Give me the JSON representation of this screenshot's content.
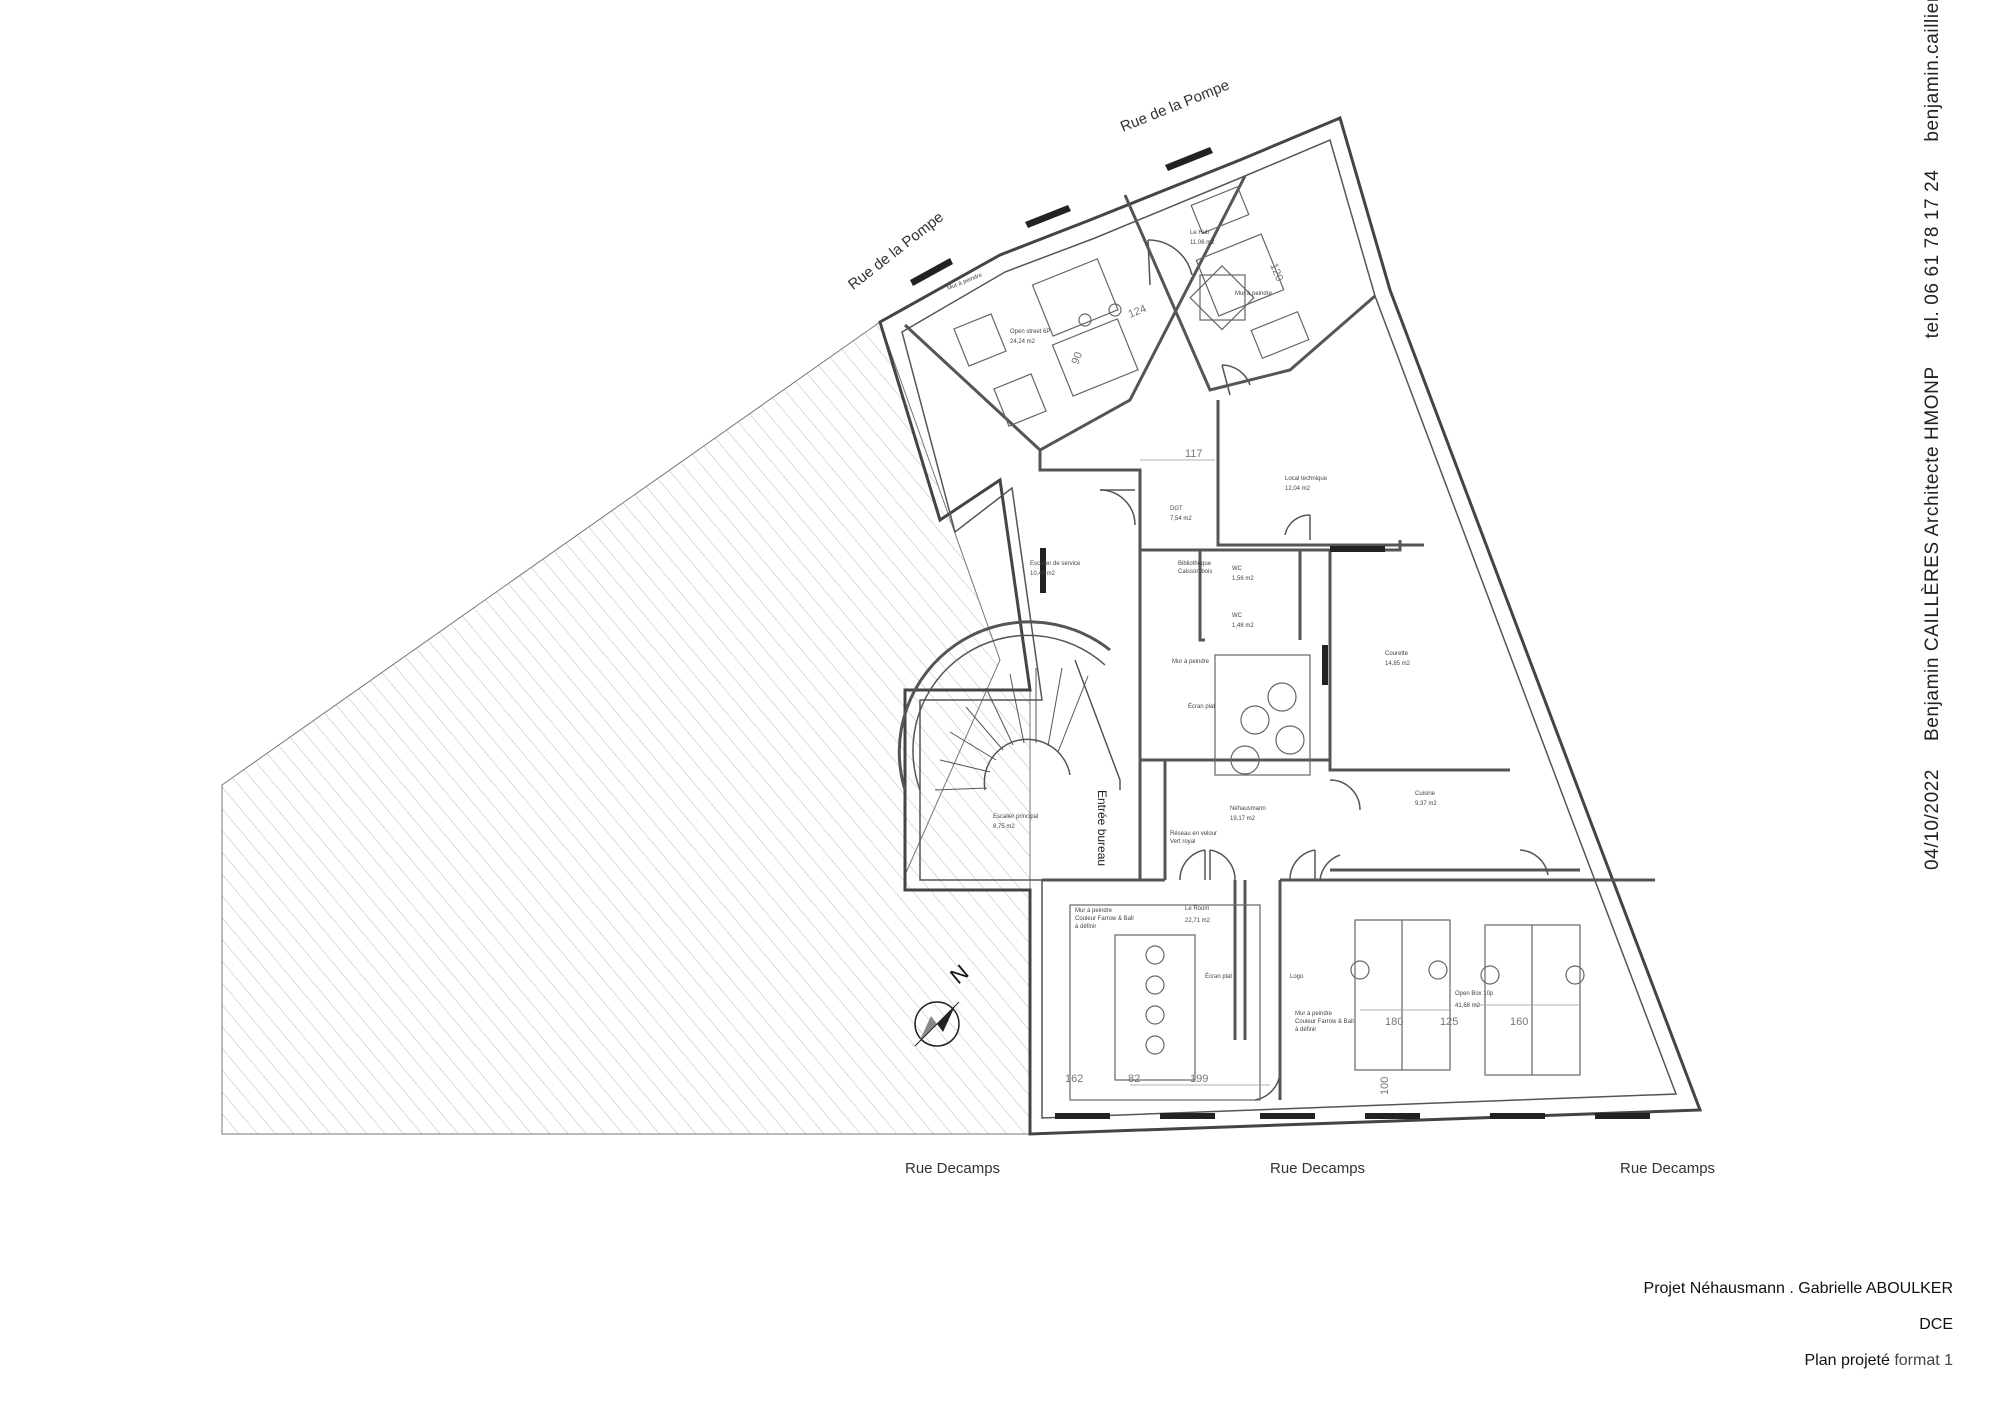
{
  "streets": {
    "pompe_1": "Rue de la Pompe",
    "pompe_2": "Rue de la Pompe",
    "decamps_1": "Rue Decamps",
    "decamps_2": "Rue Decamps",
    "decamps_3": "Rue Decamps"
  },
  "rooms": {
    "open_street": {
      "name": "Open street 6P",
      "area": "24,24 m2"
    },
    "hub": {
      "name": "Le Hub",
      "area": "11,06 m2"
    },
    "dgt": {
      "name": "DGT",
      "area": "7,54 m2"
    },
    "local_technique": {
      "name": "Local technique",
      "area": "12,04 m2"
    },
    "escalier_service": {
      "name": "Escalier de service",
      "area": "10,49 m2"
    },
    "wc1": {
      "name": "WC",
      "area": "1,56 m2"
    },
    "wc2": {
      "name": "WC",
      "area": "1,48 m2"
    },
    "courette": {
      "name": "Courette",
      "area": "14,85 m2"
    },
    "escalier_principal": {
      "name": "Escalier principal",
      "area": "8,75 m2"
    },
    "nehausmann": {
      "name": "Néhausmann",
      "area": "19,17 m2"
    },
    "cuisine": {
      "name": "Cuisine",
      "area": "9,37 m2"
    },
    "le_room": {
      "name": "Le Room",
      "area": "22,71 m2"
    },
    "open_box": {
      "name": "Open Box 10p",
      "area": "41,68 m2"
    }
  },
  "annotations": {
    "entree": "Entrée bureau",
    "bibliotheque": "Bibliothèque",
    "caisson": "Caisson bois",
    "mur_peindre": "Mur à peindre",
    "ecran_plat": "Écran plat",
    "reseau": "Réseau en velour",
    "vert_royal": "Vert royal",
    "couleur": "Couleur Farrow & Ball",
    "a_definir": "à définir",
    "logo": "Logo"
  },
  "dimensions": {
    "d117": "117",
    "d124": "124",
    "d90": "90",
    "d120": "120",
    "d162": "162",
    "d82": "82",
    "d199": "199",
    "d125": "125",
    "d160": "160",
    "d100": "100",
    "d180": "180"
  },
  "north": "N",
  "sidebar": {
    "date": "04/10/2022",
    "author": "Benjamin CAILLÈRES Architecte HMONP",
    "tel": "tel. 06 61 78 17 24",
    "email": "benjamin.caillieres@gmail.com"
  },
  "title_block": {
    "project": "Projet Néhausmann . Gabrielle  ABOULKER",
    "phase": "DCE",
    "plan_bold": "Plan projeté",
    "plan_light": "format 1"
  },
  "colors": {
    "wall": "#444444",
    "hatch": "#bbbbbb",
    "furniture": "#666666"
  }
}
